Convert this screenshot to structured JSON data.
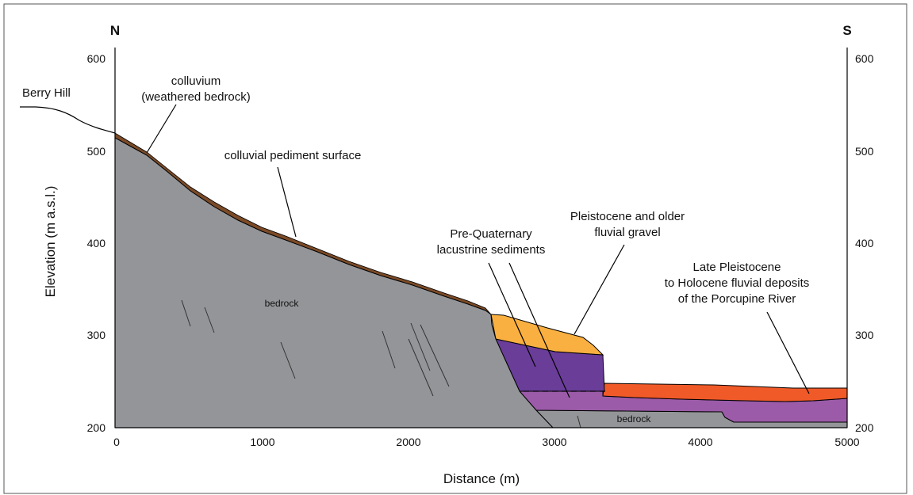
{
  "directions": {
    "left": "N",
    "right": "S"
  },
  "axes": {
    "x_label": "Distance (m)",
    "y_label": "Elevation (m a.s.l.)",
    "x_ticks": [
      "0",
      "1000",
      "2000",
      "3000",
      "4000",
      "5000"
    ],
    "y_ticks_left": [
      "600",
      "500",
      "400",
      "300",
      "200"
    ],
    "y_ticks_right": [
      "600",
      "500",
      "400",
      "300",
      "200"
    ]
  },
  "labels": {
    "berry_hill": "Berry Hill",
    "colluvium_1": "colluvium",
    "colluvium_2": "(weathered bedrock)",
    "pediment": "colluvial pediment surface",
    "bedrock_main": "bedrock",
    "bedrock_lower": "bedrock",
    "lacustrine_1": "Pre-Quaternary",
    "lacustrine_2": "lacustrine sediments",
    "gravel_1": "Pleistocene and older",
    "gravel_2": "fluvial gravel",
    "porcupine_1": "Late Pleistocene",
    "porcupine_2": "to Holocene fluvial deposits",
    "porcupine_3": "of the Porcupine River"
  },
  "colors": {
    "bedrock": "#939598",
    "colluvium": "#7b4a26",
    "gravel": "#f9b040",
    "lacustrine_dark": "#6a3d99",
    "lacustrine_light": "#9b5ba8",
    "fluvial": "#f05a28"
  }
}
